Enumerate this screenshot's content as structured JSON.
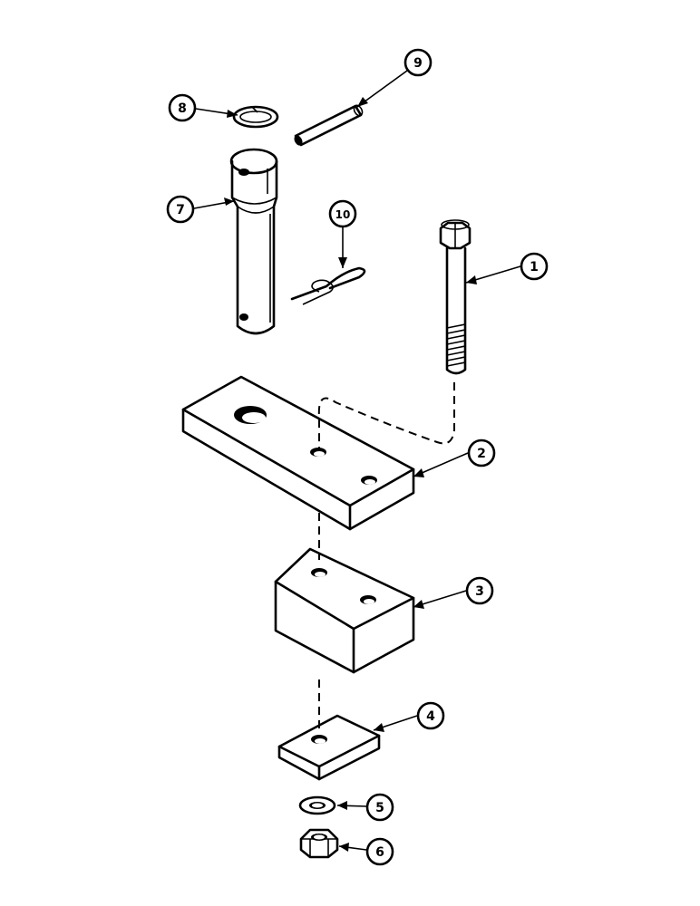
{
  "diagram": {
    "callouts": [
      {
        "id": "1",
        "part": "bolt"
      },
      {
        "id": "2",
        "part": "upper-plate"
      },
      {
        "id": "3",
        "part": "spacer-block"
      },
      {
        "id": "4",
        "part": "lower-plate"
      },
      {
        "id": "5",
        "part": "lock-washer"
      },
      {
        "id": "6",
        "part": "hex-nut"
      },
      {
        "id": "7",
        "part": "pin"
      },
      {
        "id": "8",
        "part": "snap-ring"
      },
      {
        "id": "9",
        "part": "roll-pin"
      },
      {
        "id": "10",
        "part": "cotter-pin"
      }
    ],
    "colors": {
      "line": "#000000",
      "background": "#ffffff"
    }
  }
}
